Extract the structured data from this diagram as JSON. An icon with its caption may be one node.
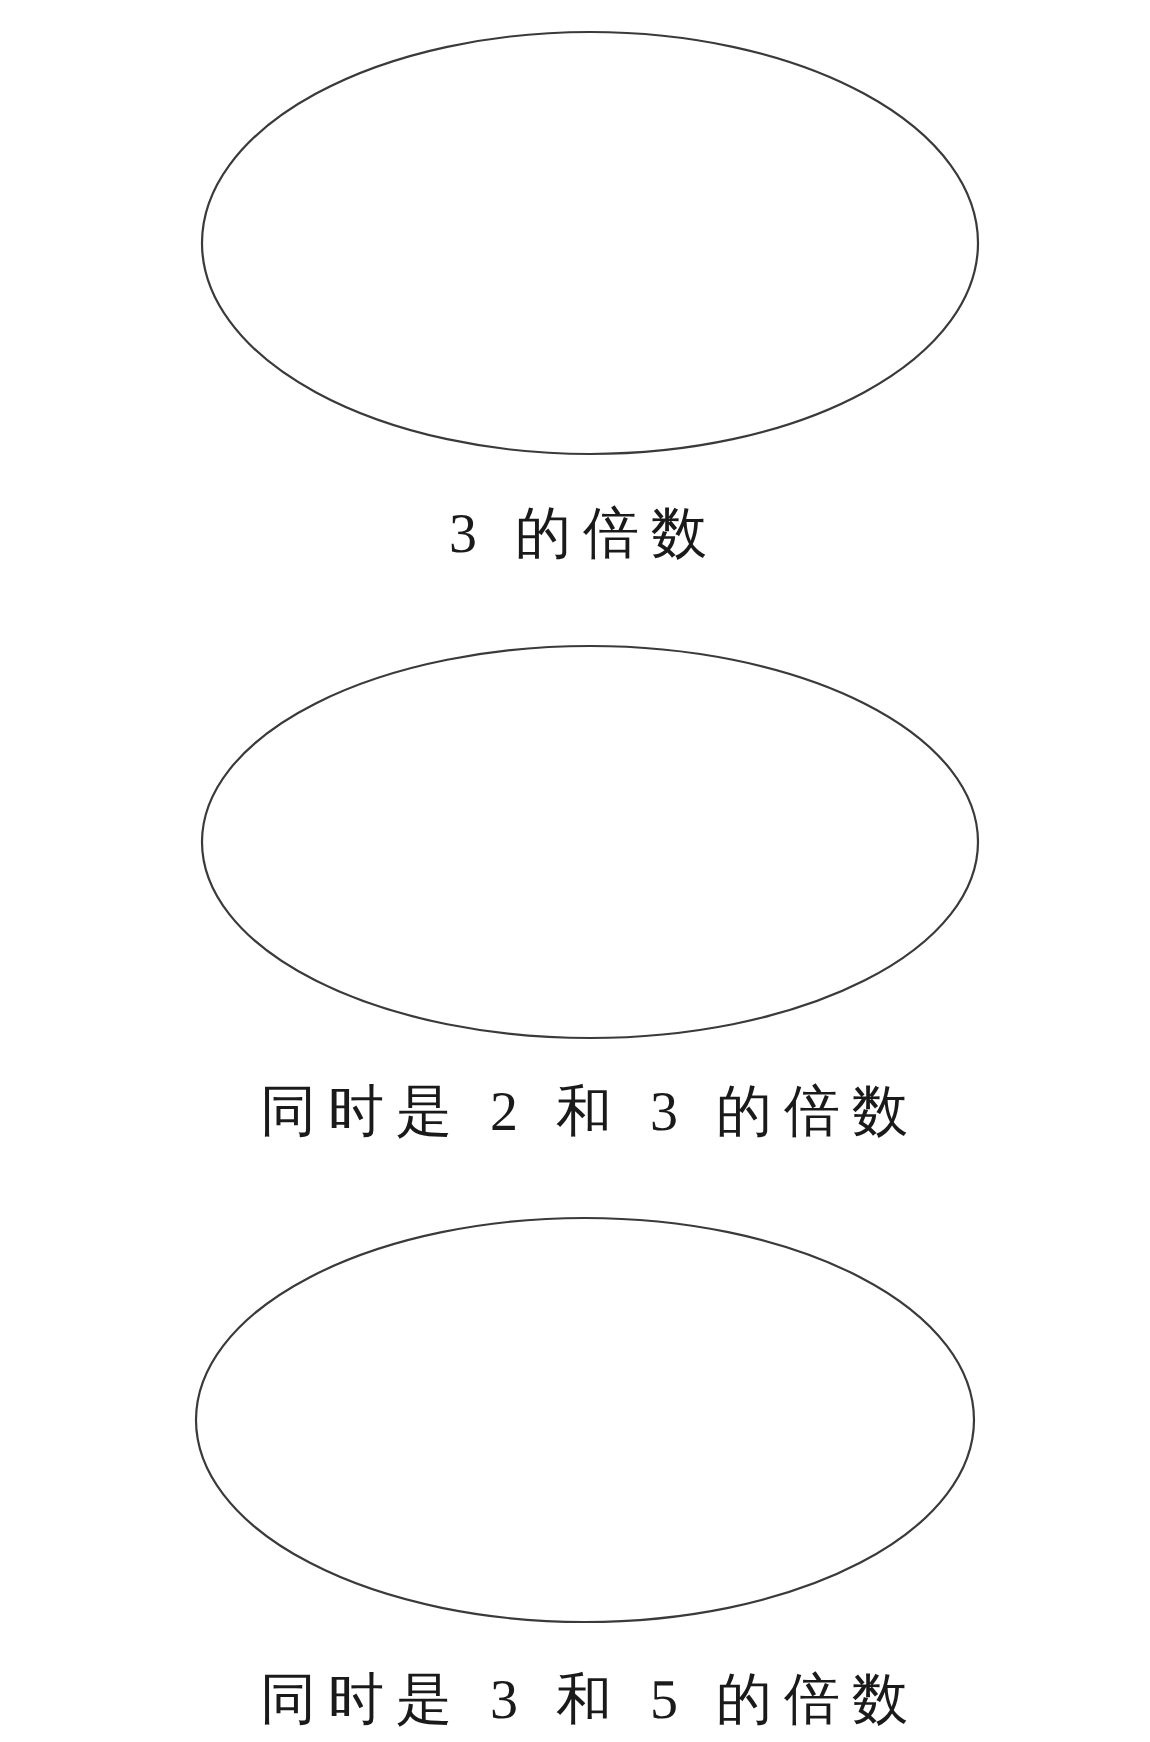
{
  "diagram": {
    "nodes": [
      {
        "text": [],
        "shape": "ellipse",
        "beside": [
          "3 的倍数"
        ]
      },
      {
        "text": [],
        "shape": "ellipse",
        "beside": [
          "同时是 2 和 3 的倍数"
        ]
      },
      {
        "text": [],
        "shape": "ellipse",
        "beside": [
          "同时是 3 和 5 的倍数"
        ]
      }
    ]
  }
}
